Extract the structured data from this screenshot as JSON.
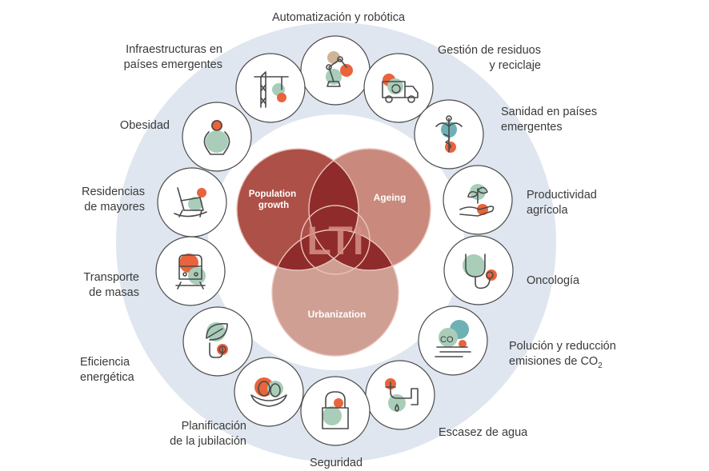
{
  "center": {
    "core_label": "LTI",
    "circles": [
      {
        "id": "population",
        "lines": [
          "Population",
          "growth"
        ]
      },
      {
        "id": "ageing",
        "lines": [
          "Ageing"
        ]
      },
      {
        "id": "urbanization",
        "lines": [
          "Urbanization"
        ]
      }
    ]
  },
  "colors": {
    "ring": "#dfe6ef",
    "circle_population": "#ad5048",
    "circle_ageing": "#c98a7d",
    "circle_urbanization": "#cf9f93",
    "overlap": "#8f2b2a",
    "icon_accent_orange": "#e8643c",
    "icon_accent_green": "#a9cdb9",
    "icon_accent_teal": "#6fb0b4",
    "icon_accent_tan": "#cfb49a"
  },
  "themes": [
    {
      "id": "automatizacion",
      "lines": [
        "Automatización y robótica"
      ],
      "icon": "robot-arm-icon"
    },
    {
      "id": "residuos",
      "lines": [
        "Gestión de residuos",
        "y reciclaje"
      ],
      "icon": "garbage-truck-icon"
    },
    {
      "id": "sanidad",
      "lines": [
        "Sanidad en países",
        "emergentes"
      ],
      "icon": "caduceus-icon"
    },
    {
      "id": "agricola",
      "lines": [
        "Productividad",
        "agrícola"
      ],
      "icon": "sprout-hand-icon"
    },
    {
      "id": "oncologia",
      "lines": [
        "Oncología"
      ],
      "icon": "stethoscope-icon"
    },
    {
      "id": "polucion",
      "lines": [
        "Polución y reducción",
        "emisiones de CO"
      ],
      "sub": "2",
      "icon": "co2-cloud-icon"
    },
    {
      "id": "agua",
      "lines": [
        "Escasez de agua"
      ],
      "icon": "water-tap-icon"
    },
    {
      "id": "seguridad",
      "lines": [
        "Seguridad"
      ],
      "icon": "padlock-icon"
    },
    {
      "id": "jubilacion",
      "lines": [
        "Planificación",
        "de la jubilación"
      ],
      "icon": "nest-eggs-icon"
    },
    {
      "id": "eficiencia",
      "lines": [
        "Eficiencia",
        "energética"
      ],
      "icon": "leaf-bulb-icon"
    },
    {
      "id": "transporte",
      "lines": [
        "Transporte",
        "de masas"
      ],
      "icon": "train-icon"
    },
    {
      "id": "residencias",
      "lines": [
        "Residencias",
        "de mayores"
      ],
      "icon": "rocking-chair-icon"
    },
    {
      "id": "obesidad",
      "lines": [
        "Obesidad"
      ],
      "icon": "obese-person-icon"
    },
    {
      "id": "infraestructuras",
      "lines": [
        "Infraestructuras en",
        "países emergentes"
      ],
      "icon": "crane-icon"
    }
  ]
}
